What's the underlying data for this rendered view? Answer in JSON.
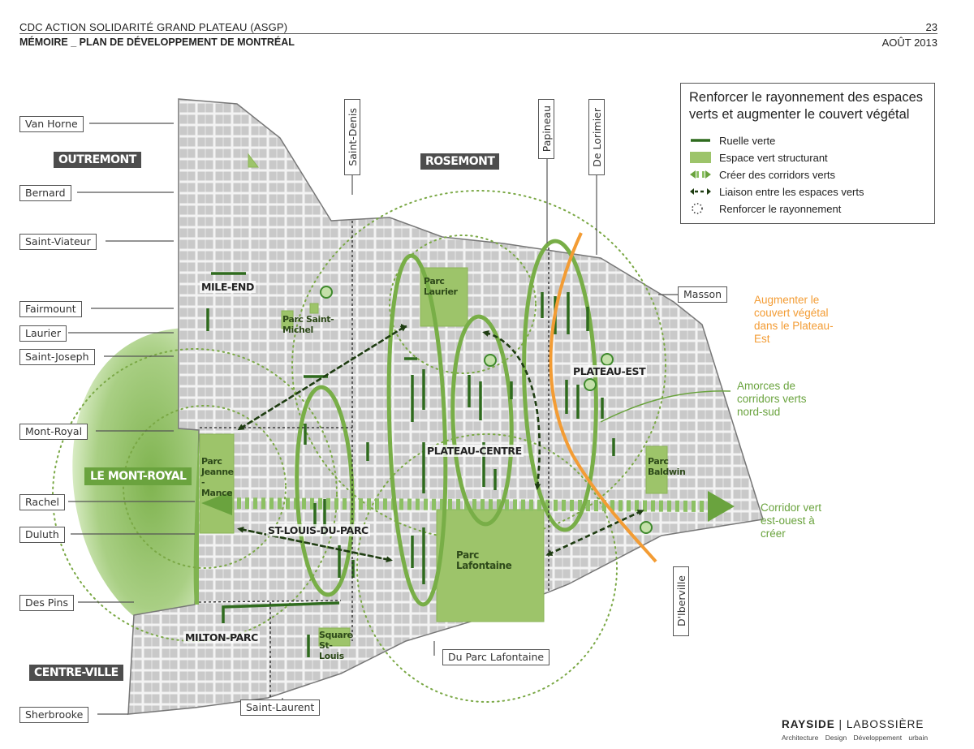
{
  "header": {
    "org": "CDC  ACTION SOLIDARITÉ GRAND PLATEAU (ASGP)",
    "doc": "MÉMOIRE _ PLAN DE DÉVELOPPEMENT DE MONTRÉAL",
    "page": "23",
    "date": "AOÛT 2013"
  },
  "legend": {
    "title": "Renforcer le rayonnement des espaces verts et augmenter le couvert végétal",
    "items": [
      {
        "label": "Ruelle verte",
        "icon": "dark-green-line"
      },
      {
        "label": "Espace vert structurant",
        "icon": "light-green-box"
      },
      {
        "label": "Créer des corridors verts",
        "icon": "green-arrow-pair"
      },
      {
        "label": "Liaison entre les espaces verts",
        "icon": "dashed-arrow"
      },
      {
        "label": "Renforcer le rayonnement",
        "icon": "dotted-circle"
      }
    ]
  },
  "streets": {
    "west": [
      "Van Horne",
      "Bernard",
      "Saint-Viateur",
      "Fairmount",
      "Laurier",
      "Saint-Joseph",
      "Mont-Royal",
      "Rachel",
      "Duluth",
      "Des Pins",
      "Sherbrooke"
    ],
    "north": [
      "Saint-Denis",
      "Papineau",
      "De Lorimier"
    ],
    "east": [
      "Masson",
      "D'Iberville"
    ],
    "south": [
      "Du Parc Lafontaine",
      "Saint-Laurent"
    ]
  },
  "districts": {
    "outremont": "OUTREMONT",
    "rosemont": "ROSEMONT",
    "centre_ville": "CENTRE-VILLE",
    "mont_royal": "LE MONT-ROYAL"
  },
  "neighbourhoods": {
    "mile_end": "MILE-END",
    "plateau_est": "PLATEAU-EST",
    "plateau_centre": "PLATEAU-CENTRE",
    "st_louis": "ST-LOUIS-DU-PARC",
    "milton_parc": "MILTON-PARC"
  },
  "parks": {
    "laurier": "Parc Laurier",
    "saint_michel": "Parc Saint-Michel",
    "jeanne_mance": "Parc Jeanne-Mance",
    "baldwin": "Parc Baldwin",
    "lafontaine": "Parc Lafontaine",
    "square_st_louis": "Square St-Louis"
  },
  "annotations": {
    "couvert": "Augmenter le couvert végétal dans le Plateau-Est",
    "amorces": "Amorces de corridors verts nord-sud",
    "corridor": "Corridor vert est-ouest à créer"
  },
  "colors": {
    "ruelle": "#2f6b1e",
    "espace_vert": "#9dc46a",
    "corridor": "#8cc063",
    "orange": "#f39c34",
    "annotation_green": "#6aa33e"
  },
  "footer": {
    "brand_a": "RAYSIDE",
    "brand_sep": "|",
    "brand_b": "LABOSSIÈRE",
    "sub": "Architecture   Design   Développement urbain"
  }
}
